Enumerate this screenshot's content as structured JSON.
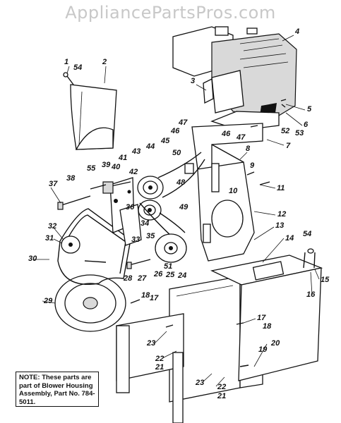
{
  "watermark": "AppliancePartsPros.com",
  "note": "NOTE: These parts are part of Blower Housing Assembly, Part No. 784-5011.",
  "labels": {
    "l1": "1",
    "l54a": "54",
    "l2": "2",
    "l3": "3",
    "l4": "4",
    "l5": "5",
    "l6": "6",
    "l7": "7",
    "l8": "8",
    "l9": "9",
    "l10": "10",
    "l11": "11",
    "l12": "12",
    "l13": "13",
    "l14": "14",
    "l15": "15",
    "l16": "16",
    "l54b": "54",
    "l17a": "17",
    "l18a": "18",
    "l17b": "17",
    "l18b": "18",
    "l19": "19",
    "l20": "20",
    "l21a": "21",
    "l22a": "22",
    "l21b": "21",
    "l22b": "22",
    "l23a": "23",
    "l23b": "23",
    "l24": "24",
    "l25": "25",
    "l26": "26",
    "l27": "27",
    "l28": "28",
    "l29": "29",
    "l30": "30",
    "l31": "31",
    "l32": "32",
    "l33": "33",
    "l34": "34",
    "l35": "35",
    "l36": "36",
    "l37": "37",
    "l38": "38",
    "l39": "39",
    "l40": "40",
    "l41": "41",
    "l42": "42",
    "l43": "43",
    "l44": "44",
    "l45": "45",
    "l46a": "46",
    "l46b": "46",
    "l47a": "47",
    "l47b": "47",
    "l48": "48",
    "l49": "49",
    "l50": "50",
    "l51": "51",
    "l52": "52",
    "l53": "53",
    "l55": "55"
  }
}
